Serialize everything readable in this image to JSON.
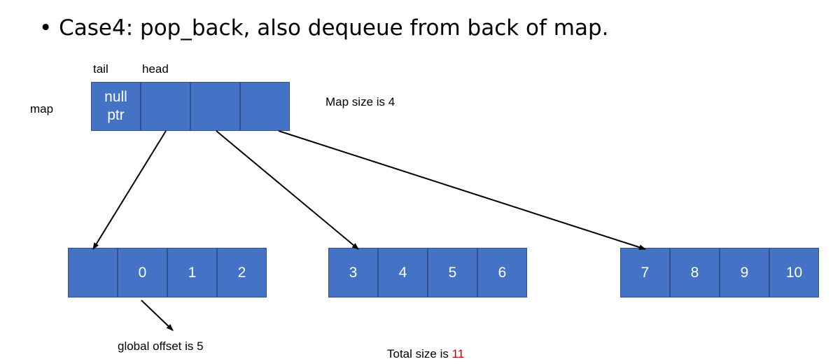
{
  "title": "• Case4: pop_back, also dequeue from back of map.",
  "labels": {
    "tail": "tail",
    "head": "head",
    "map": "map",
    "map_size": "Map size is 4",
    "global_offset": "global offset is 5",
    "total_size_prefix": "Total size is ",
    "total_size_value": "11"
  },
  "map_cells": {
    "null_line1": "null",
    "null_line2": "ptr"
  },
  "block1": [
    "",
    "0",
    "1",
    "2"
  ],
  "block2": [
    "3",
    "4",
    "5",
    "6"
  ],
  "block3": [
    "7",
    "8",
    "9",
    "10"
  ],
  "colors": {
    "cell": "#4472c4",
    "cell_border": "#2f528f",
    "accent": "#c00000"
  }
}
